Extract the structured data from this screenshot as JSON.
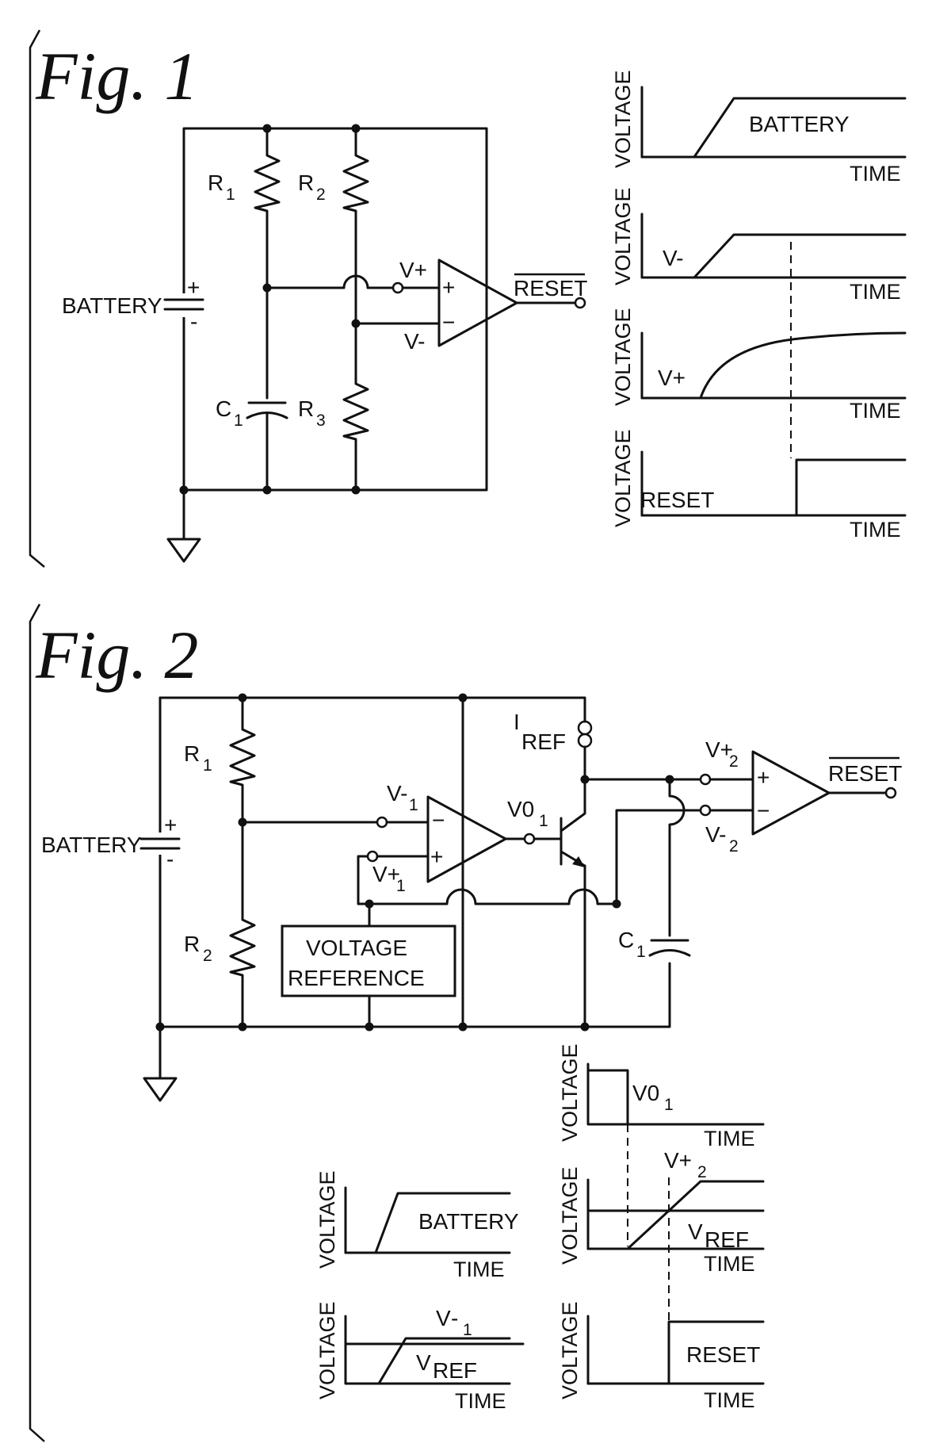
{
  "fig1": {
    "title": "Fig. 1",
    "labels": {
      "battery": "BATTERY",
      "r": "R",
      "c": "C",
      "sub1": "1",
      "sub2": "2",
      "sub3": "3",
      "vplus": "V+",
      "vminus": "V-",
      "reset": "RESET",
      "plus": "+",
      "minus": "-",
      "opplus": "+",
      "opminus": "−"
    },
    "graphs": {
      "ylabel": "VOLTAGE",
      "xlabel": "TIME",
      "g1": "BATTERY",
      "g2": "V-",
      "g3": "V+",
      "g4": "RESET"
    }
  },
  "fig2": {
    "title": "Fig. 2",
    "labels": {
      "battery": "BATTERY",
      "r": "R",
      "c": "C",
      "i": "I",
      "ref": "REF",
      "sub1": "1",
      "sub2": "2",
      "vminus1": "V-",
      "vplus1": "V+",
      "vplus2": "V+",
      "vminus2": "V-",
      "vo": "V0",
      "reset": "RESET",
      "vref_box_1": "VOLTAGE",
      "vref_box_2": "REFERENCE",
      "plus": "+",
      "minus": "-",
      "opplus": "+",
      "opminus": "−"
    },
    "graphs": {
      "ylabel": "VOLTAGE",
      "xlabel": "TIME",
      "battery": "BATTERY",
      "v": "V",
      "minus": "-",
      "one": "1",
      "ref": "REF",
      "vo": "V0",
      "vplus": "V+",
      "two": "2",
      "reset": "RESET"
    }
  }
}
